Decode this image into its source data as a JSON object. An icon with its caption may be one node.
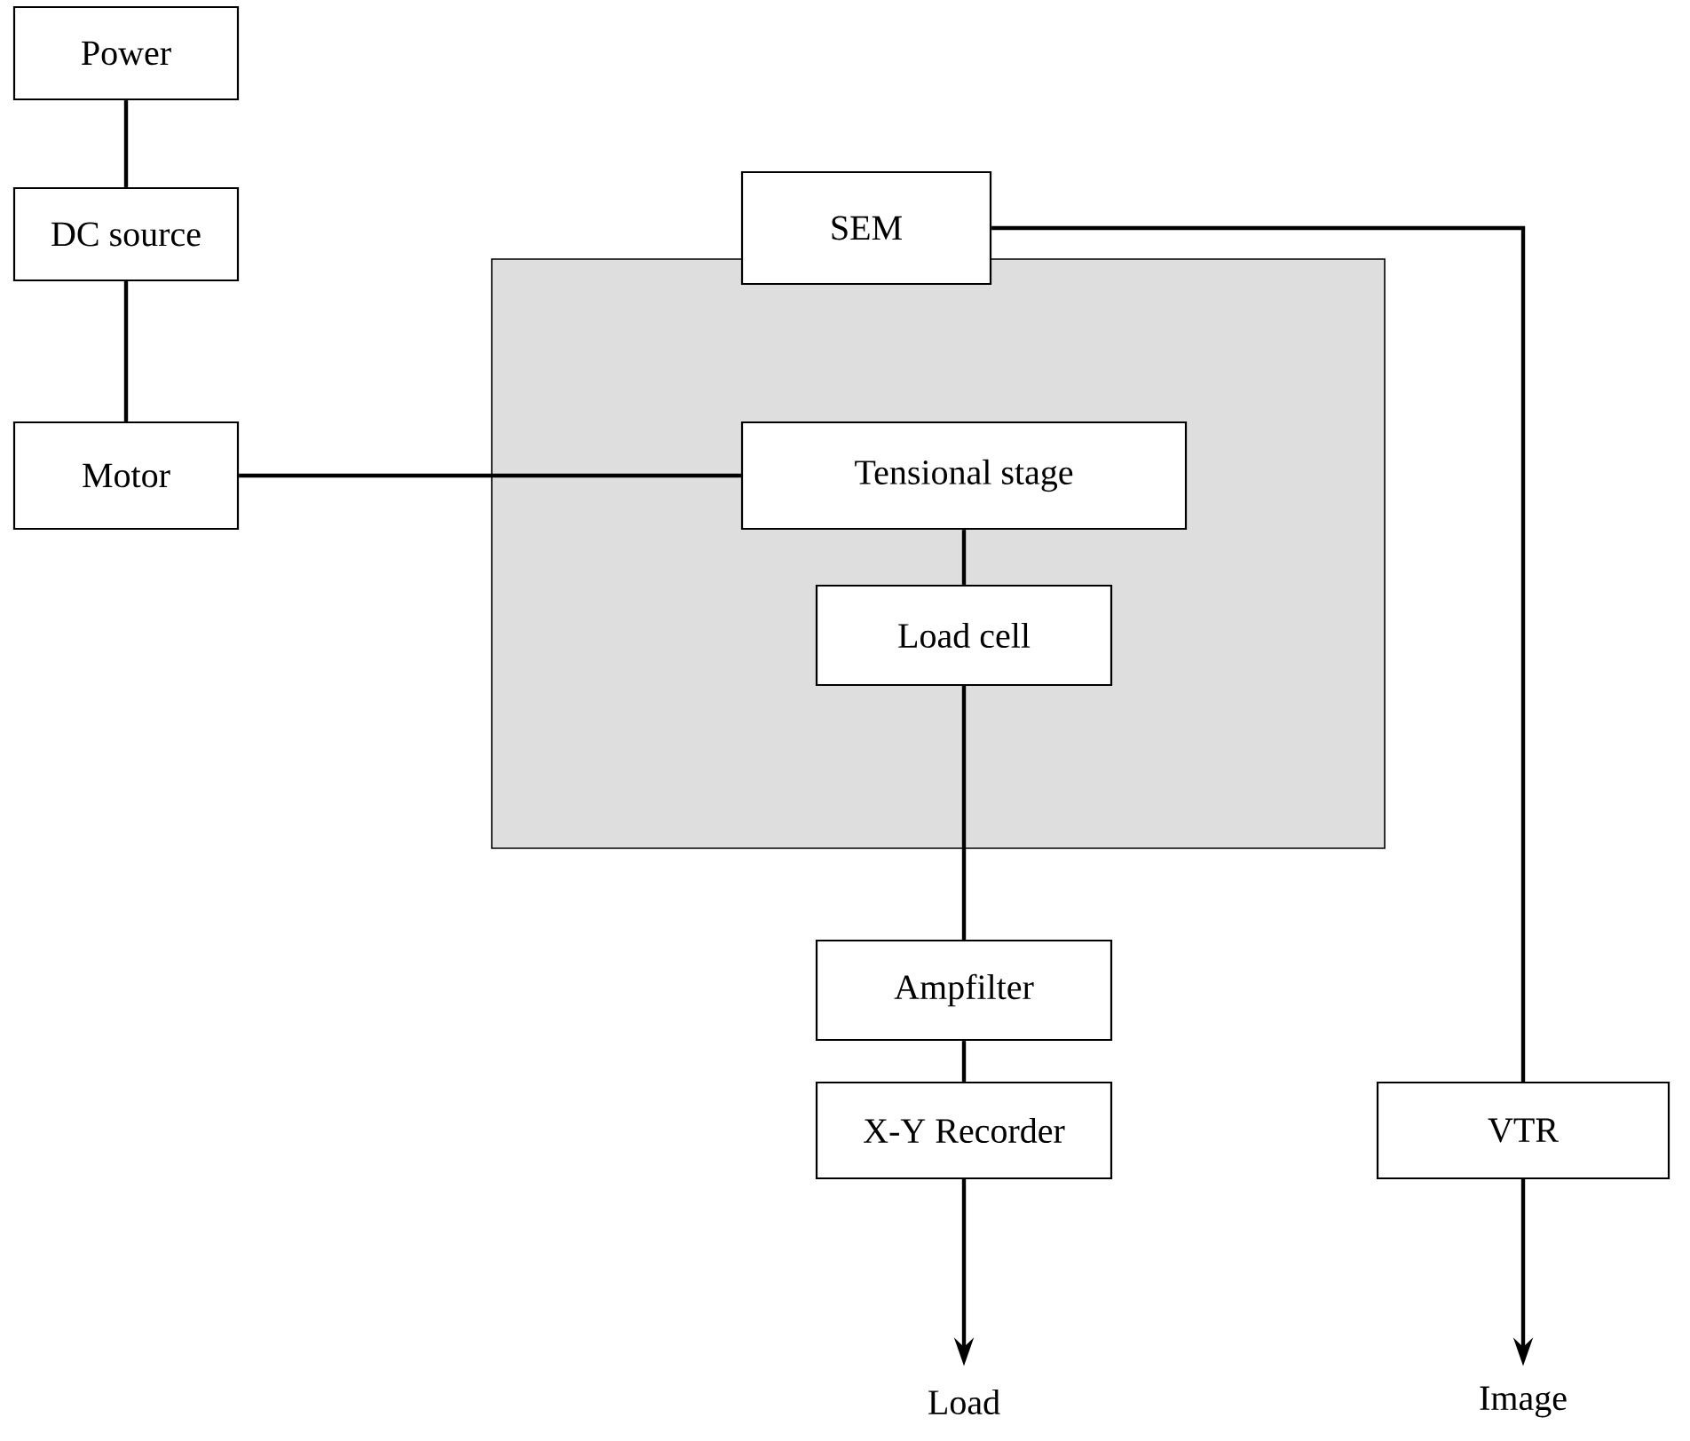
{
  "diagram": {
    "nodes": [
      {
        "text": [
          "Power"
        ]
      },
      {
        "text": [
          "DC source"
        ]
      },
      {
        "text": [
          "Motor"
        ]
      },
      {
        "text": [
          "SEM"
        ]
      },
      {
        "text": [],
        "shape": "box"
      },
      {
        "text": [
          "Tensional stage"
        ],
        "in": 4
      },
      {
        "text": [
          "Load cell"
        ],
        "in": 4
      },
      {
        "text": [
          "Ampfilter"
        ]
      },
      {
        "text": [
          "X-Y Recorder"
        ]
      },
      {
        "text": [
          "VTR"
        ]
      },
      {
        "text": [
          "Load"
        ]
      },
      {
        "text": [
          "Image"
        ]
      }
    ],
    "edges": [
      {
        "from": 0,
        "to": 1,
        "arrow": "none"
      },
      {
        "from": 1,
        "to": 2,
        "arrow": "none"
      },
      {
        "from": 2,
        "to": 5,
        "arrow": "none"
      },
      {
        "from": 5,
        "to": 6,
        "arrow": "none"
      },
      {
        "from": 6,
        "to": 7,
        "arrow": "none"
      },
      {
        "from": 7,
        "to": 8,
        "arrow": "none"
      },
      {
        "from": 8,
        "to": 10,
        "arrow": "to"
      },
      {
        "from": 3,
        "to": 9,
        "arrow": "none"
      },
      {
        "from": 9,
        "to": 11,
        "arrow": "to"
      }
    ]
  }
}
